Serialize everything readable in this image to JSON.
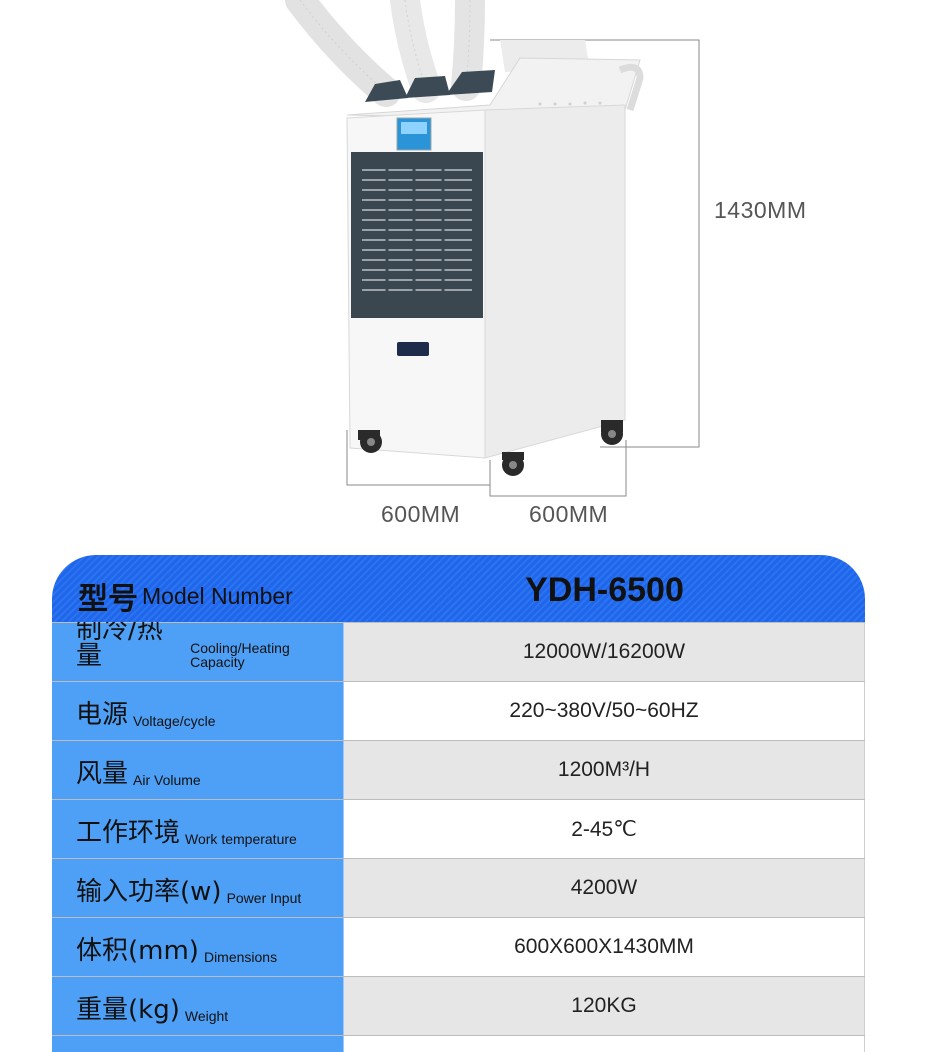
{
  "dimensions": {
    "height_label": "1430MM",
    "width_label": "600MM",
    "depth_label": "600MM"
  },
  "spec_header": {
    "label_cn": "型号",
    "label_en": "Model Number",
    "value": "YDH-6500"
  },
  "specs": [
    {
      "label_cn": "制冷/热量",
      "label_en": "Cooling/Heating Capacity",
      "value": "12000W/16200W"
    },
    {
      "label_cn": "电源",
      "label_en": "Voltage/cycle",
      "value": "220~380V/50~60HZ"
    },
    {
      "label_cn": "风量",
      "label_en": "Air Volume",
      "value": "1200M³/H"
    },
    {
      "label_cn": "工作环境",
      "label_en": "Work temperature",
      "value": "2-45℃"
    },
    {
      "label_cn": "输入功率(w)",
      "label_en": "Power Input",
      "value": "4200W"
    },
    {
      "label_cn": "体积(mm)",
      "label_en": "Dimensions",
      "value": "600X600X1430MM"
    },
    {
      "label_cn": "重量(kg)",
      "label_en": "Weight",
      "value": "120KG"
    }
  ],
  "colors": {
    "header_blue": "#1f66ea",
    "label_blue": "#4ea0f6",
    "stripe_gray": "#e6e6e6"
  }
}
